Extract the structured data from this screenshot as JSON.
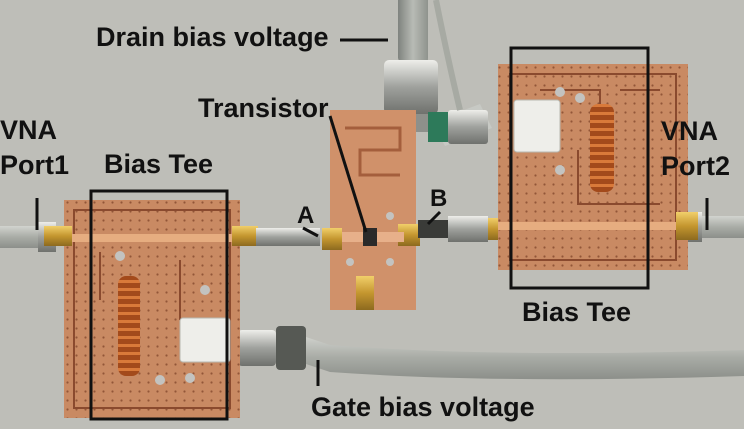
{
  "labels": {
    "drain_bias": "Drain bias voltage",
    "transistor": "Transistor",
    "vna_port1_line1": "VNA",
    "vna_port1_line2": "Port1",
    "vna_port2_line1": "VNA",
    "vna_port2_line2": "Port2",
    "bias_tee_left": "Bias Tee",
    "bias_tee_right": "Bias Tee",
    "node_a": "A",
    "node_b": "B",
    "gate_bias": "Gate bias voltage"
  },
  "colors": {
    "background": "#b9b8b3",
    "pcb_copper": "#c98a63",
    "pcb_dark": "#8a4a2e",
    "inductor": "#b4541f",
    "connector_gold": "#d4a63a",
    "cable_gray": "#a7aaa3",
    "label_box": "#111111"
  }
}
